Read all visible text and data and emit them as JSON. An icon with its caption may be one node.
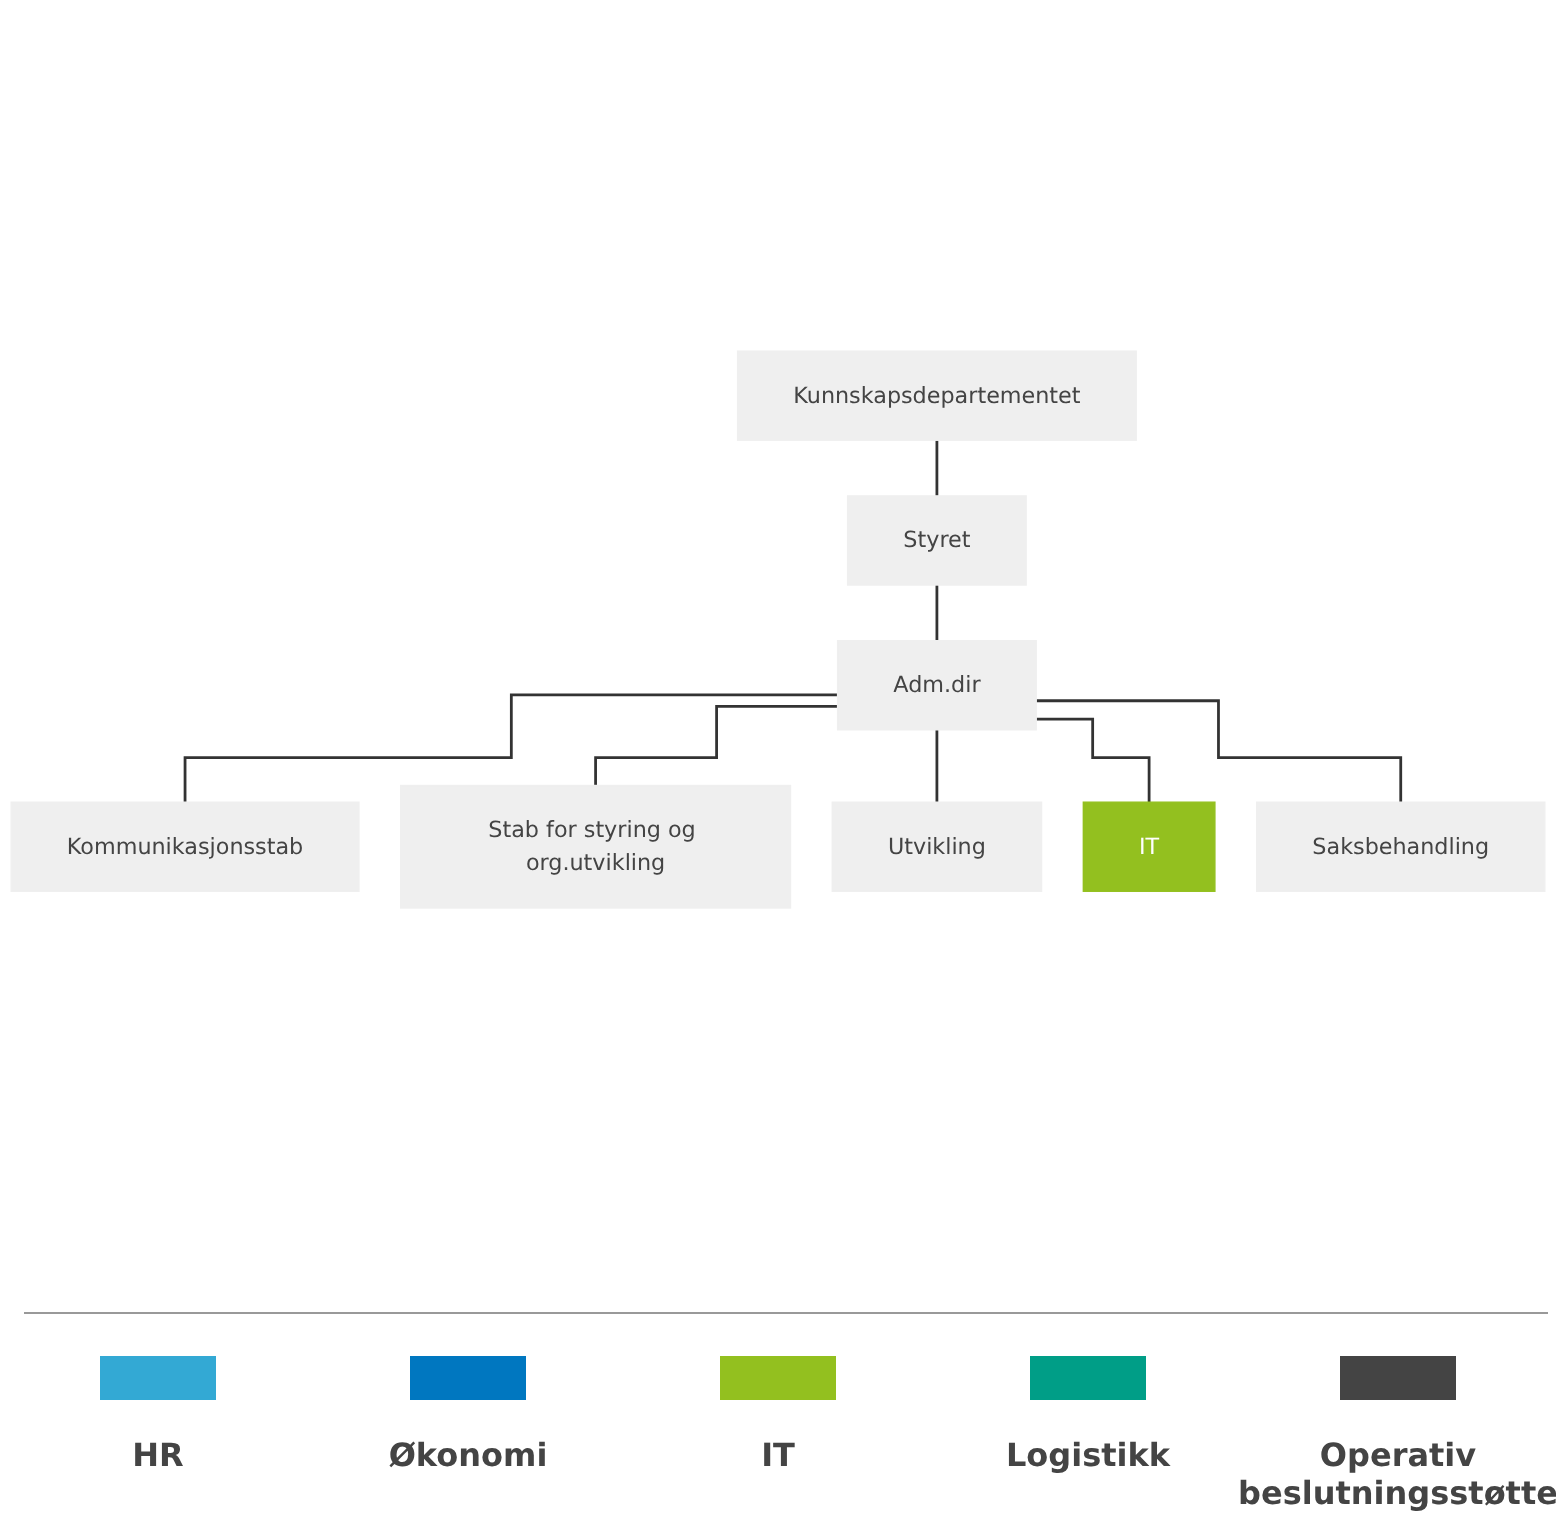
{
  "diagram": {
    "nodes": [
      {
        "text": [
          "Kunnskapsdepartementet"
        ]
      },
      {
        "text": [
          "Styret"
        ]
      },
      {
        "text": [
          "Adm.dir"
        ]
      },
      {
        "text": [
          "Kommunikasjonsstab"
        ]
      },
      {
        "text": [
          "Stab for styring og org.utvikling"
        ]
      },
      {
        "text": [
          "Utvikling"
        ]
      },
      {
        "text": [
          "IT"
        ]
      },
      {
        "text": [
          "Saksbehandling"
        ]
      }
    ],
    "edges": [
      {
        "from": 0,
        "to": 1,
        "arrow": "none"
      },
      {
        "from": 1,
        "to": 2,
        "arrow": "none"
      },
      {
        "from": 2,
        "to": 3,
        "arrow": "none"
      },
      {
        "from": 2,
        "to": 4,
        "arrow": "none"
      },
      {
        "from": 2,
        "to": 5,
        "arrow": "none"
      },
      {
        "from": 2,
        "to": 6,
        "arrow": "none"
      },
      {
        "from": 2,
        "to": 7,
        "arrow": "none"
      }
    ],
    "legend": [
      {
        "text": "HR",
        "color": "#33a9d4"
      },
      {
        "text": "Økonomi",
        "color": "#0077c0"
      },
      {
        "text": "IT",
        "color": "#93c01f"
      },
      {
        "text": "Logistikk",
        "color": "#009e87"
      },
      {
        "text": "Operativ beslutningsstøtte",
        "color": "#444444"
      }
    ]
  }
}
